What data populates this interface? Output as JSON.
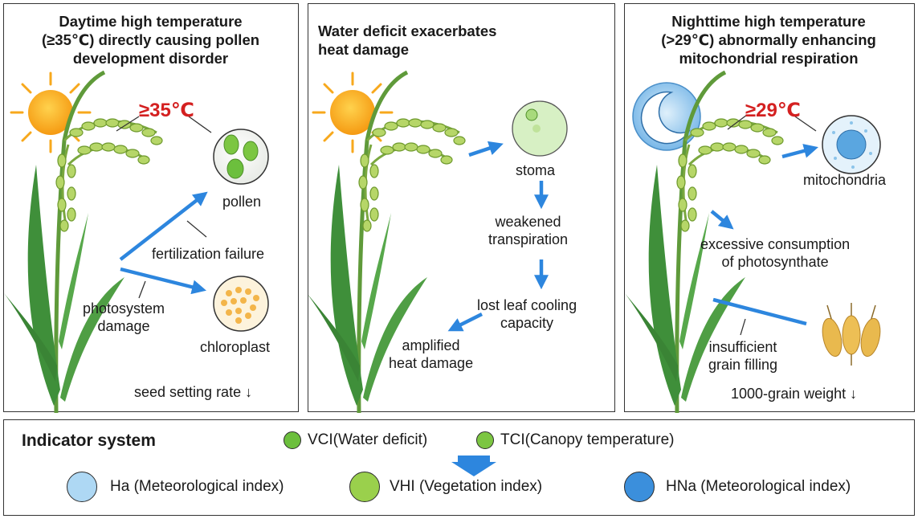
{
  "panel1": {
    "title_lines": [
      "Daytime high temperature",
      "(≥35℃) directly causing pollen",
      "development disorder"
    ],
    "temp": "≥35℃",
    "pollen": "pollen",
    "fertilization": "fertilization failure",
    "photosystem_lines": [
      "photosystem",
      "damage"
    ],
    "chloroplast": "chloroplast",
    "seed": "seed setting rate ↓"
  },
  "panel2": {
    "title_lines": [
      "Water deficit exacerbates",
      "heat damage"
    ],
    "stoma": "stoma",
    "transpiration_lines": [
      "weakened",
      "transpiration"
    ],
    "cooling_lines": [
      "lost leaf cooling",
      "capacity"
    ],
    "amplified_lines": [
      "amplified",
      "heat damage"
    ]
  },
  "panel3": {
    "title_lines": [
      "Nighttime high temperature",
      "(>29℃) abnormally enhancing",
      "mitochondrial respiration"
    ],
    "temp": "≥29℃",
    "mitochondria": "mitochondria",
    "consumption_lines": [
      "excessive consumption",
      "of photosynthate"
    ],
    "grain_lines": [
      "insufficient",
      "grain filling"
    ],
    "weight": "1000-grain weight ↓"
  },
  "legend": {
    "title": "Indicator system",
    "items": [
      {
        "label": "VCI(Water deficit)",
        "color": "#6cbf3d"
      },
      {
        "label": "TCI(Canopy temperature)",
        "color": "#7cc642"
      },
      {
        "label": "Ha (Meteorological index)",
        "color": "#aed8f4"
      },
      {
        "label": "VHI (Vegetation index)",
        "color": "#9ad04c"
      },
      {
        "label": "HNa (Meteorological index)",
        "color": "#3b8fdc"
      }
    ]
  },
  "colors": {
    "arrow": "#2d86de",
    "leaf": "#3f8f3a",
    "grain": "#b6d668",
    "sun": "#f7a81c",
    "red": "#d42020"
  }
}
